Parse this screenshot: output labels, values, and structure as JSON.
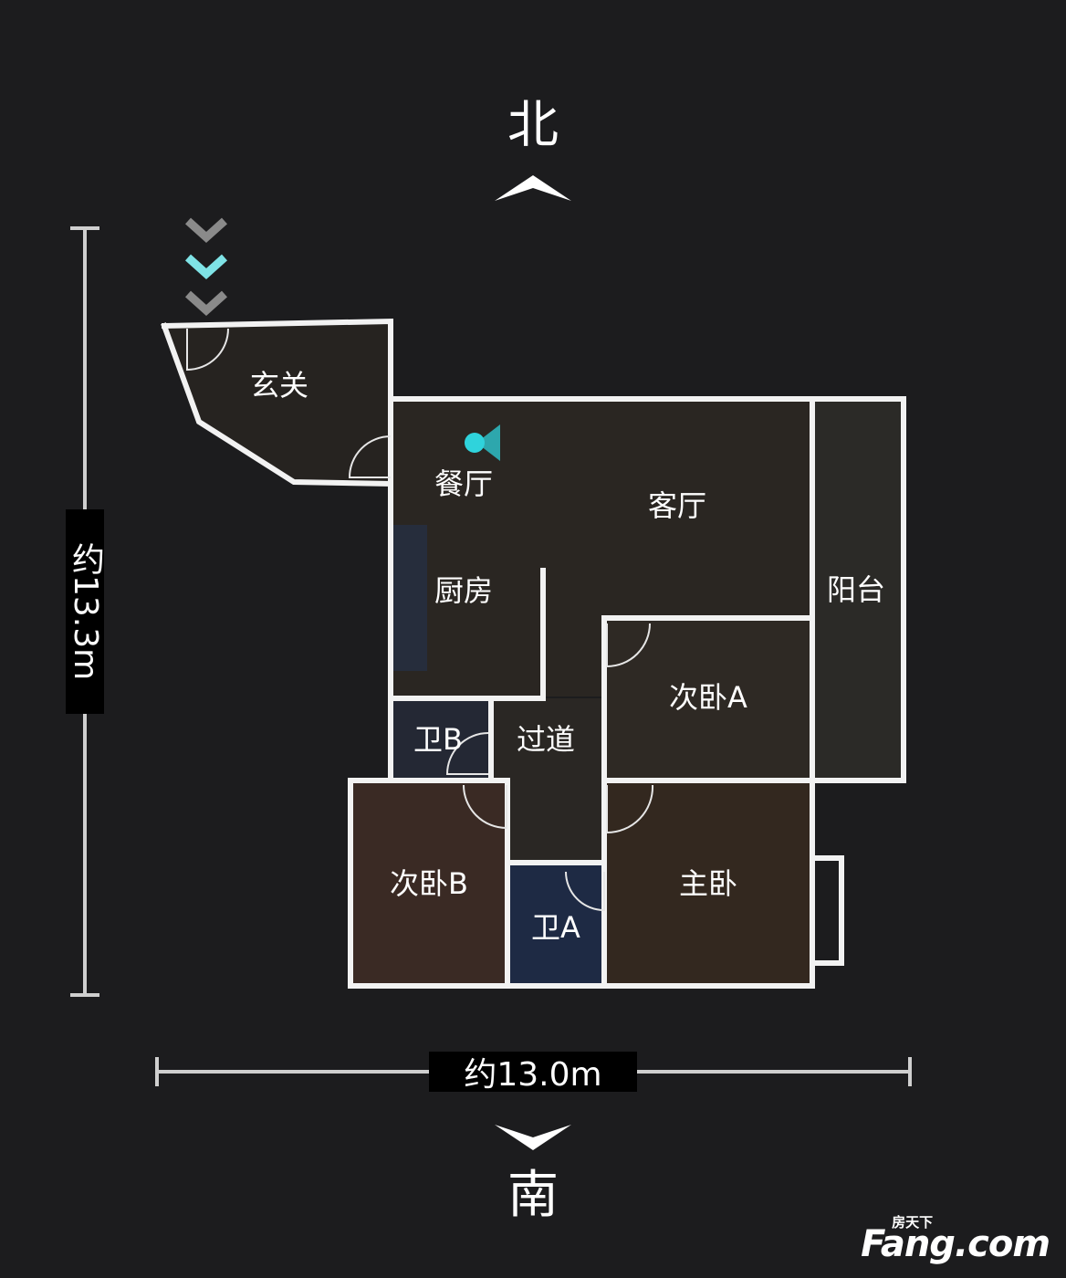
{
  "compass": {
    "north": "北",
    "south": "南"
  },
  "dimensions": {
    "height": "约13.3m",
    "width": "约13.0m"
  },
  "rooms": {
    "entry": "玄关",
    "dining": "餐厅",
    "living": "客厅",
    "kitchen": "厨房",
    "balcony": "阳台",
    "bedroom_a": "次卧A",
    "bath_b": "卫B",
    "corridor": "过道",
    "bedroom_b": "次卧B",
    "bath_a": "卫A",
    "master": "主卧"
  },
  "watermark": {
    "brand": "Fang.com",
    "sub": "房天下"
  },
  "colors": {
    "background": "#1c1c1e",
    "wall": "#f2f2f2",
    "entry_arrow_active": "#7fe3e6",
    "entry_arrow": "#8a8a8a",
    "viewpoint": "#2fd3dc"
  }
}
